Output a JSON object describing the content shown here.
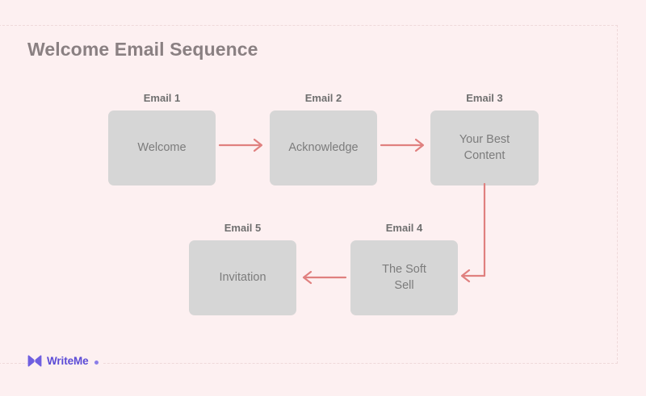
{
  "page": {
    "title": "Welcome Email Sequence",
    "background_color": "#fdf0f1",
    "frame_border_color": "#efd9da"
  },
  "diagram": {
    "node_fill_color": "#d6d6d6",
    "node_text_color": "#7c7c7c",
    "label_text_color": "#6f6f6f",
    "arrow_color": "#e0807f",
    "nodes": [
      {
        "label": "Email 1",
        "text": "Welcome"
      },
      {
        "label": "Email 2",
        "text": "Acknowledge"
      },
      {
        "label": "Email 3",
        "text": "Your Best\nContent"
      },
      {
        "label": "Email 4",
        "text": "The Soft\nSell"
      },
      {
        "label": "Email 5",
        "text": "Invitation"
      }
    ],
    "connectors": [
      {
        "name": "email-1-to-email-2",
        "direction": "right"
      },
      {
        "name": "email-2-to-email-3",
        "direction": "right"
      },
      {
        "name": "email-3-to-email-4",
        "direction": "elbow-down-left"
      },
      {
        "name": "email-4-to-email-5",
        "direction": "left"
      }
    ]
  },
  "footer": {
    "brand": "WriteMe",
    "brand_color": "#5b4bd6",
    "mark_color": "#6f5fe0"
  }
}
